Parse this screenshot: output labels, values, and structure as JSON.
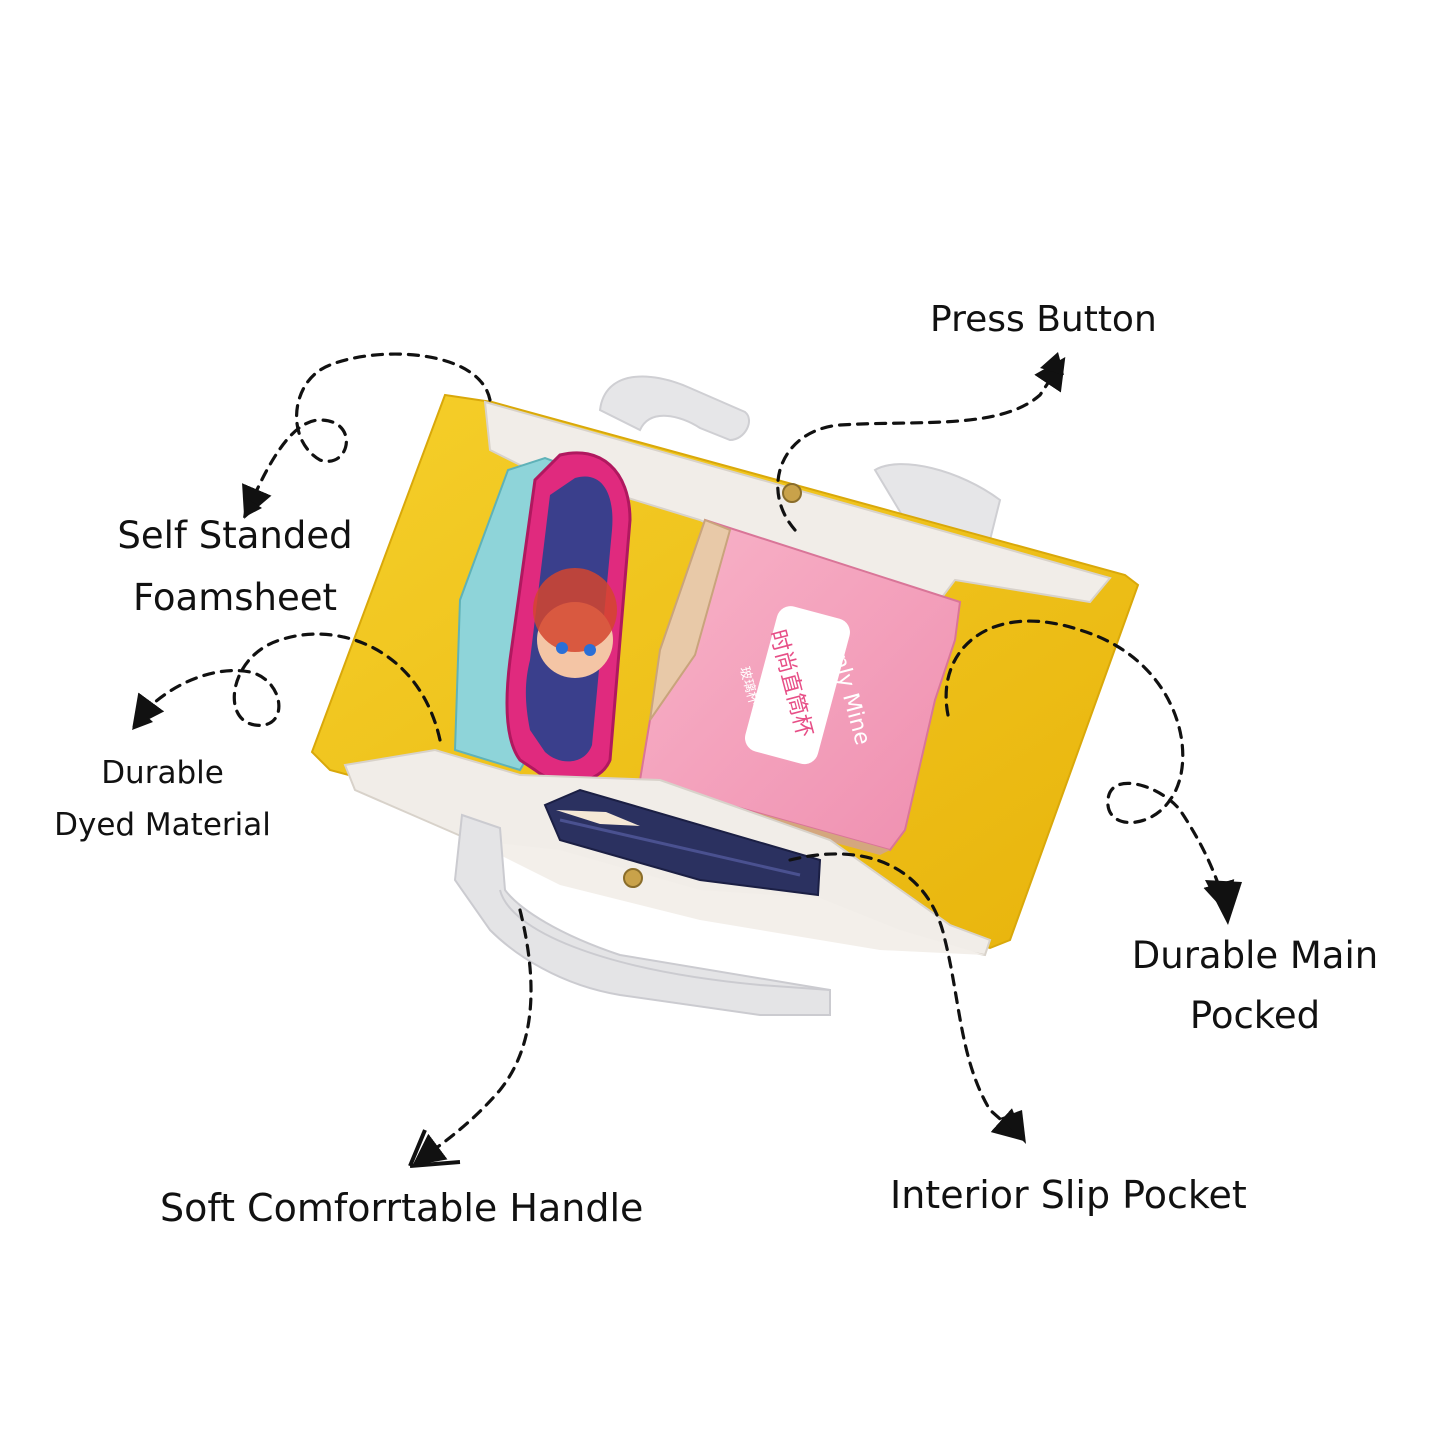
{
  "annotations": {
    "press_button": "Press Button",
    "self_standed": [
      "Self Standed",
      "Foamsheet"
    ],
    "durable_dyed": [
      "Durable",
      "Dyed Material"
    ],
    "durable_main": [
      "Durable Main",
      "Pocked"
    ],
    "soft_handle": "Soft Comforrtable Handle",
    "interior_slip": "Interior Slip Pocket"
  },
  "product_box": {
    "brand": "Only Mine",
    "cn_title": "时尚直筒杯",
    "cn_sub": "玻璃杯"
  },
  "colors": {
    "lining": "#f2c618",
    "canvas": "#f1ede8",
    "handle": "#e4e4e6",
    "pink_box": "#f6a3bd",
    "lunchbox_lid": "#e02a7e",
    "lunchbox_base": "#8ed4d9",
    "inner_card": "#2b3160"
  },
  "icons": [
    "dashed-arrow-icon",
    "press-button-icon"
  ]
}
